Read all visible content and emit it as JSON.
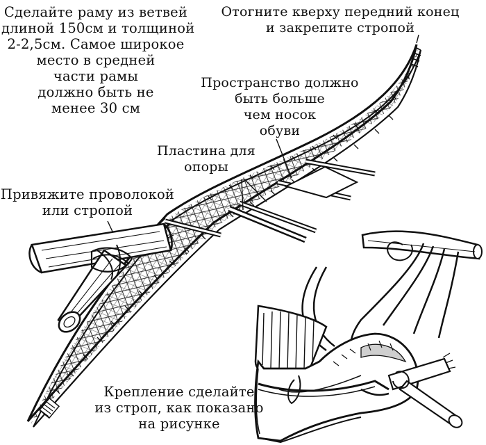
{
  "labels": {
    "frame": [
      "Сделайте раму из ветвей",
      "длиной 150см и толщиной",
      "2-2,5см. Самое широкое",
      "место в средней",
      "части рамы",
      "должно быть не",
      "менее 30 см"
    ],
    "bend_tip": [
      "Отогните кверху передний конец",
      "и закрепите стропой"
    ],
    "toe_space": [
      "Пространство должно",
      "быть больше",
      "чем носок",
      "обуви"
    ],
    "support_plate": [
      "Пластина для",
      "опоры"
    ],
    "tie_wire": [
      "Привяжите проволокой",
      "или стропой"
    ],
    "binding": [
      "Крепление сделайте",
      "из строп, как показано",
      "на рисунке"
    ]
  },
  "colors": {
    "ink": "#111111",
    "paper": "#ffffff",
    "shade": "#cfcfcf"
  },
  "icons": {
    "snowshoe": "snowshoe-illustration",
    "joint": "tied-joint-illustration",
    "boot": "boot-binding-illustration"
  }
}
